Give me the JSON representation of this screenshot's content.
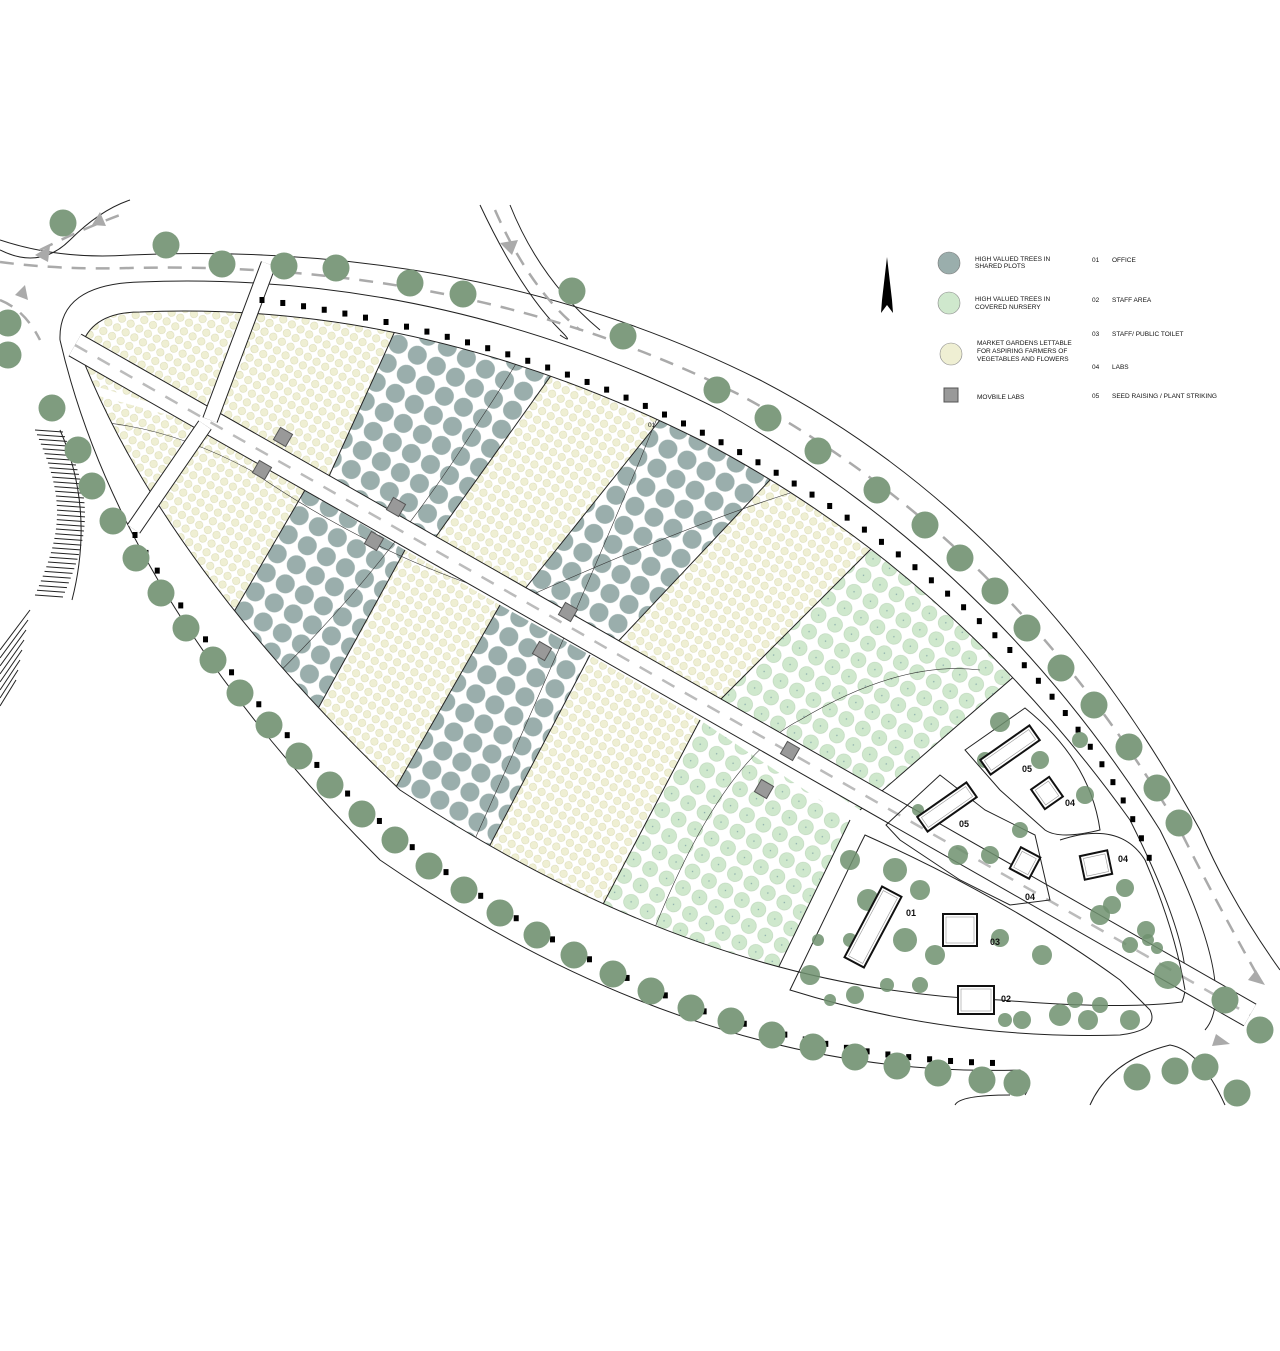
{
  "legend": {
    "items": [
      {
        "label_1": "HIGH VALUED TREES IN",
        "label_2": "SHARED PLOTS",
        "color": "#9aaeac"
      },
      {
        "label_1": "HIGH VALUED TREES IN",
        "label_2": "COVERED NURSERY",
        "color": "#cfe8cd"
      },
      {
        "label_1": "MARKET GARDENS LETTABLE",
        "label_2": "FOR ASPIRING FARMERS OF",
        "label_3": "VEGETABLES AND FLOWERS",
        "color": "#efefd3"
      },
      {
        "label_1": "MOVBILE LABS",
        "color": "#999999"
      }
    ],
    "keys": [
      {
        "num": "01",
        "label": "OFFICE"
      },
      {
        "num": "02",
        "label": "STAFF AREA"
      },
      {
        "num": "03",
        "label": "STAFF/ PUBLIC TOILET"
      },
      {
        "num": "04",
        "label": "LABS"
      },
      {
        "num": "05",
        "label": "SEED RAISING / PLANT STRIKING"
      }
    ]
  },
  "plan": {
    "plot_marker": "01",
    "buildings": [
      {
        "label": "01"
      },
      {
        "label": "02"
      },
      {
        "label": "03"
      },
      {
        "label": "04"
      },
      {
        "label": "04"
      },
      {
        "label": "04"
      },
      {
        "label": "05"
      },
      {
        "label": "05"
      }
    ],
    "colors": {
      "tree": "#7f9c7f",
      "shared": "#9aaeac",
      "nursery": "#cfe8cd",
      "market": "#efefd3",
      "lab": "#999999"
    }
  }
}
